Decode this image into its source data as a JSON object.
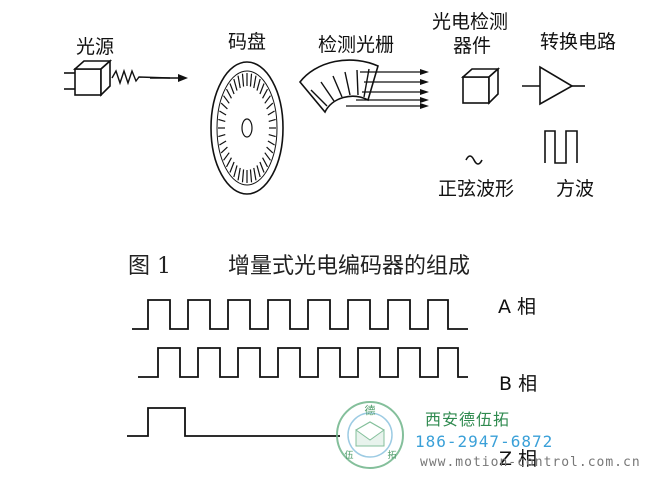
{
  "top_labels": {
    "light_source": "光源",
    "code_disc": "码盘",
    "detection_grating": "检测光栅",
    "photodetector_line1": "光电检测",
    "photodetector_line2": "器件",
    "conversion_circuit": "转换电路",
    "sine_wave": "正弦波形",
    "square_wave": "方波"
  },
  "caption": {
    "figure_no": "图 1",
    "title": "增量式光电编码器的组成"
  },
  "phase_labels": {
    "a": "A 相",
    "b": "B 相",
    "z": "Z 相"
  },
  "watermark": {
    "name": "西安德伍拓",
    "phone": "186-2947-6872",
    "url": "www.motion-control.com.cn",
    "logo_char_top": "德",
    "logo_char_left": "伍",
    "logo_char_right": "拓"
  },
  "colors": {
    "line": "#111111",
    "watermark_green": "#2f8a4f",
    "watermark_blue": "#3aa0d8"
  }
}
